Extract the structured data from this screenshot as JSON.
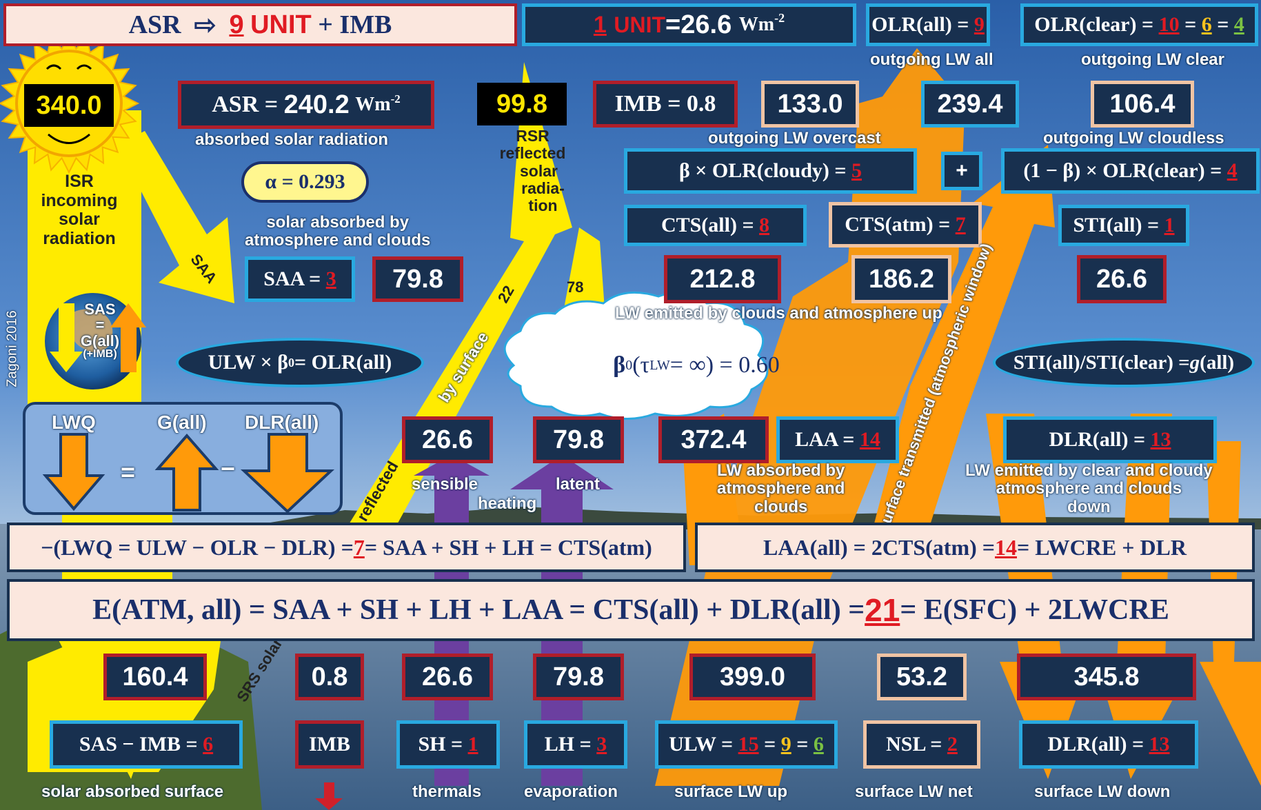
{
  "header": {
    "asr_unit_a": "ASR",
    "asr_unit_arrow": "⇨",
    "asr_unit_num": "9",
    "asr_unit_word": "UNIT",
    "asr_unit_b": "+ IMB",
    "unit_num": "1",
    "unit_word": "UNIT",
    "unit_value": "=26.6",
    "unit_units": "Wm",
    "unit_exp": "-2",
    "olr_all_a": "OLR(all) =",
    "olr_all_b": "9",
    "olr_clear_a": "OLR(clear) =",
    "olr_clear_b": "10",
    "olr_clear_eq1": "=",
    "olr_clear_c": "6",
    "olr_clear_eq2": "=",
    "olr_clear_d": "4",
    "outgoing_lw_all": "outgoing LW all",
    "outgoing_lw_clear": "outgoing LW clear"
  },
  "sun": {
    "value": "340.0",
    "label_lines": [
      "ISR",
      "incoming",
      "solar",
      "radiation"
    ]
  },
  "asr": {
    "a": "ASR  =",
    "b": "240.2",
    "c": "Wm",
    "exp": "-2",
    "label": "absorbed solar radiation"
  },
  "alpha": "α = 0.293",
  "solar_absorbed_label": [
    "solar absorbed by",
    "atmosphere and clouds"
  ],
  "rsr": {
    "value": "99.8",
    "label_lines": [
      "RSR",
      "reflected",
      "solar",
      "radia-",
      "tion"
    ]
  },
  "imb_top": "IMB = 0.8",
  "values_top": {
    "overcast": "133.0",
    "all": "239.4",
    "cloudless": "106.4"
  },
  "labels_top": {
    "overcast": "outgoing LW overcast",
    "cloudless": "outgoing LW cloudless"
  },
  "beta_cloudy": {
    "a": "β × OLR(cloudy) =",
    "b": "5"
  },
  "plus": "+",
  "beta_clear": {
    "a": "(1 − β) × OLR(clear) =",
    "b": "4"
  },
  "cts_all": {
    "a": "CTS(all) =",
    "b": "8"
  },
  "cts_atm": {
    "a": "CTS(atm) =",
    "b": "7"
  },
  "sti_all": {
    "a": "STI(all) =",
    "b": "1"
  },
  "saa": {
    "a": "SAA =",
    "b": "3",
    "value": "79.8",
    "arrow_label": "SAA"
  },
  "mid_values": {
    "cts_all": "212.8",
    "cts_atm": "186.2",
    "sti": "26.6"
  },
  "lw_emitted_up": "LW emitted by clouds and atmosphere up",
  "arrow_labels": {
    "v22": "22",
    "v78": "78",
    "by_surface": "by  surface",
    "reflected": "reflected",
    "srs_solar": "SRS solar",
    "window": "surface transmitted (atmospheric window)"
  },
  "watermark": "Zagoni 2016",
  "earth": {
    "lines": [
      "SAS",
      "=",
      "G(all)",
      "(+IMB)"
    ]
  },
  "ulw_oval": {
    "a": "ULW × β",
    "sub": "0",
    "b": " = OLR(all)"
  },
  "cloud": {
    "a": "β",
    "sub": "0",
    "b": " (τ",
    "sub2": "LW",
    "c": " = ∞) = 0.60"
  },
  "sti_oval": {
    "a": "STI(all)/STI(clear) = ",
    "g": "g",
    "b": "(all)"
  },
  "lwq_panel": {
    "lwq": "LWQ",
    "g": "G(all)",
    "dlr": "DLR(all)",
    "eq": "=",
    "minus": "−"
  },
  "mid_row": {
    "sh": "26.6",
    "lh": "79.8",
    "laa_value": "372.4",
    "laa_a": "LAA =",
    "laa_b": "14",
    "dlr_a": "DLR(all) =",
    "dlr_b": "13"
  },
  "mid_labels": {
    "sensible": "sensible",
    "heating": "heating",
    "latent": "latent",
    "lw_absorbed": [
      "LW absorbed by",
      "atmosphere and",
      "clouds"
    ],
    "lw_emitted_down": [
      "LW emitted by clear and cloudy",
      "atmosphere and clouds",
      "down"
    ]
  },
  "eq_lwq": {
    "a": "−(LWQ = ULW − OLR − DLR) = ",
    "b": "7",
    "c": " = SAA + SH + LH = CTS(atm)"
  },
  "eq_laa": {
    "a": "LAA(all) = 2CTS(atm) = ",
    "b": "14",
    "c": " = LWCRE + DLR"
  },
  "eq_e": {
    "a": "E(ATM, all) = SAA + SH + LH + LAA = CTS(all) + DLR(all) = ",
    "b": "21",
    "c": " = E(SFC) + 2LWCRE"
  },
  "bottom_values": {
    "sas": "160.4",
    "imb": "0.8",
    "sh": "26.6",
    "lh": "79.8",
    "ulw": "399.0",
    "nsl": "53.2",
    "dlr": "345.8"
  },
  "bottom_boxes": {
    "sas_a": "SAS − IMB =",
    "sas_b": "6",
    "imb": "IMB",
    "sh_a": "SH =",
    "sh_b": "1",
    "lh_a": "LH =",
    "lh_b": "3",
    "ulw_a": "ULW =",
    "ulw_b": "15",
    "ulw_eq1": "=",
    "ulw_c": "9",
    "ulw_eq2": "=",
    "ulw_d": "6",
    "nsl_a": "NSL =",
    "nsl_b": "2",
    "dlr_a": "DLR(all) =",
    "dlr_b": "13"
  },
  "bottom_labels": {
    "sas": "solar absorbed surface",
    "sh": "thermals",
    "lh": "evaporation",
    "ulw": "surface LW up",
    "nsl": "surface LW net",
    "dlr": "surface LW down"
  },
  "colors": {
    "navy": "#18304f",
    "blue_border": "#29a9e0",
    "red_border": "#b01e2a",
    "peach_border": "#f0c4a4",
    "highlight_red": "#e01b23",
    "yellow": "#ffe600",
    "orange": "#ff9a0a",
    "purple": "#6b3fa0",
    "sky": "#3c7cc4"
  }
}
